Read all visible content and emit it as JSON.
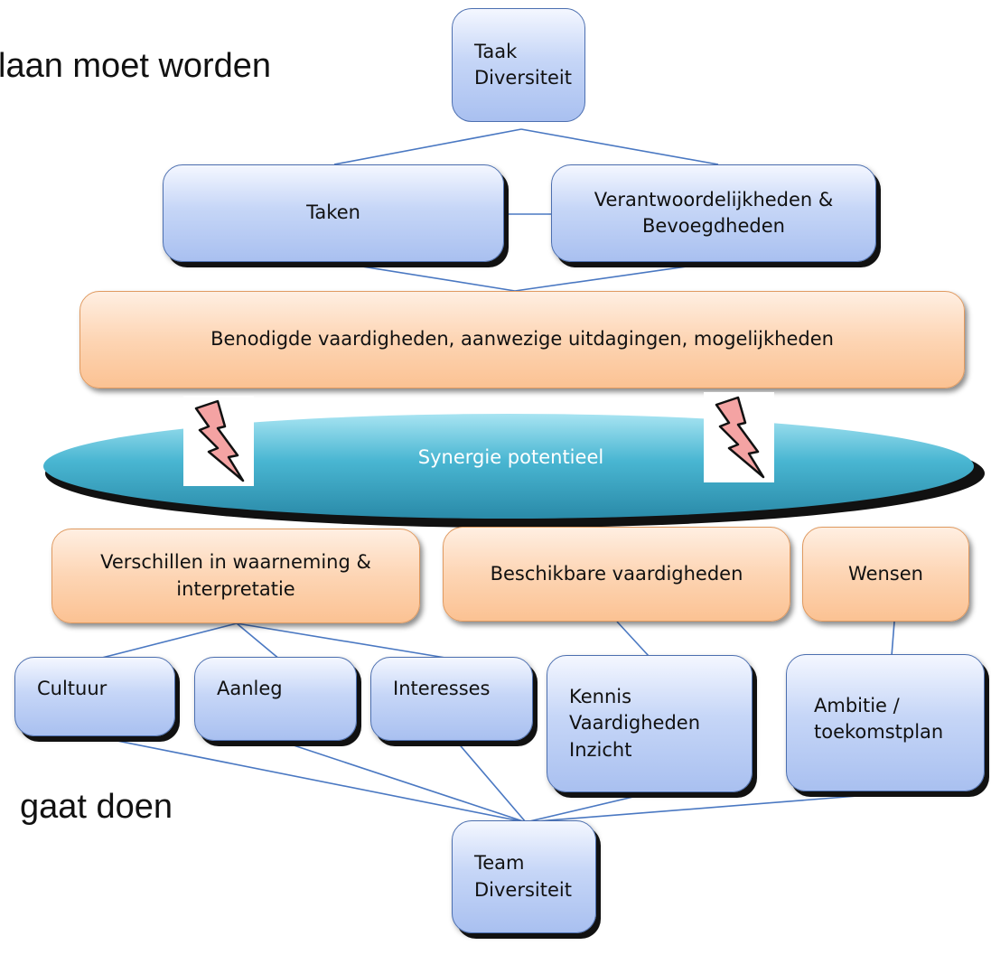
{
  "side_texts": {
    "top": "laan moet worden",
    "bottom": "gaat doen"
  },
  "top_box": {
    "lines": [
      "Taak",
      "Diversiteit"
    ]
  },
  "row1": {
    "taken": "Taken",
    "verantwoordelijkheden": [
      "Verantwoordelijkheden &",
      "Bevoegdheden"
    ]
  },
  "benodigd": "Benodigde vaardigheden, aanwezige uitdagingen, mogelijkheden",
  "synergie": "Synergie potentieel",
  "icons": [
    "lightning-bolt-icon",
    "lightning-bolt-icon"
  ],
  "row3": {
    "verschillen": [
      "Verschillen in waarneming &",
      "interpretatie"
    ],
    "beschikbaar": "Beschikbare vaardigheden",
    "wensen": "Wensen"
  },
  "row4": {
    "cultuur": "Cultuur",
    "aanleg": "Aanleg",
    "interesses": "Interesses",
    "kennis": [
      "Kennis",
      "Vaardigheden",
      "Inzicht"
    ],
    "ambitie": [
      "Ambitie /",
      "toekomstplan"
    ]
  },
  "bottom_box": {
    "lines": [
      "Team",
      "Diversiteit"
    ]
  },
  "colors": {
    "blue_fill": "#c6d6f7",
    "blue_border": "#4c6fb0",
    "orange_fill": "#fdd5b4",
    "orange_border": "#e09a60",
    "ellipse_fill": "#3aa6c4",
    "connector": "#4a78c2",
    "bolt_fill": "#f4a3a3"
  }
}
